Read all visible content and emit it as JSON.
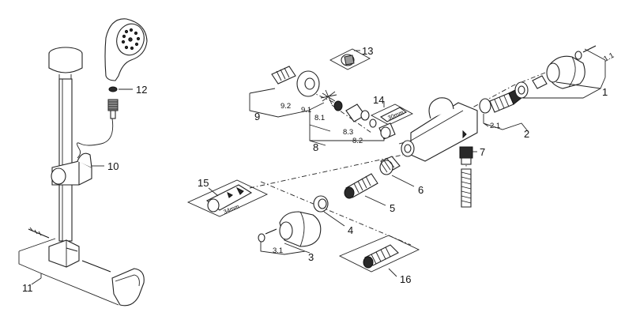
{
  "callouts": {
    "c1": "1",
    "c1_1": "1.1",
    "c2": "2",
    "c2_1": "2.1",
    "c3": "3",
    "c3_1": "3.1",
    "c4": "4",
    "c5": "5",
    "c6": "6",
    "c7": "7",
    "c8": "8",
    "c8_1": "8.1",
    "c8_2": "8.2",
    "c8_3": "8.3",
    "c9": "9",
    "c9_1": "9.1",
    "c9_2": "9.2",
    "c10": "10",
    "c11": "11",
    "c12": "12",
    "c13": "13",
    "c14": "14",
    "c15": "15",
    "c16": "16"
  },
  "labels": {
    "tool_size_15": "34mm",
    "tool_size_14": "30mm"
  }
}
